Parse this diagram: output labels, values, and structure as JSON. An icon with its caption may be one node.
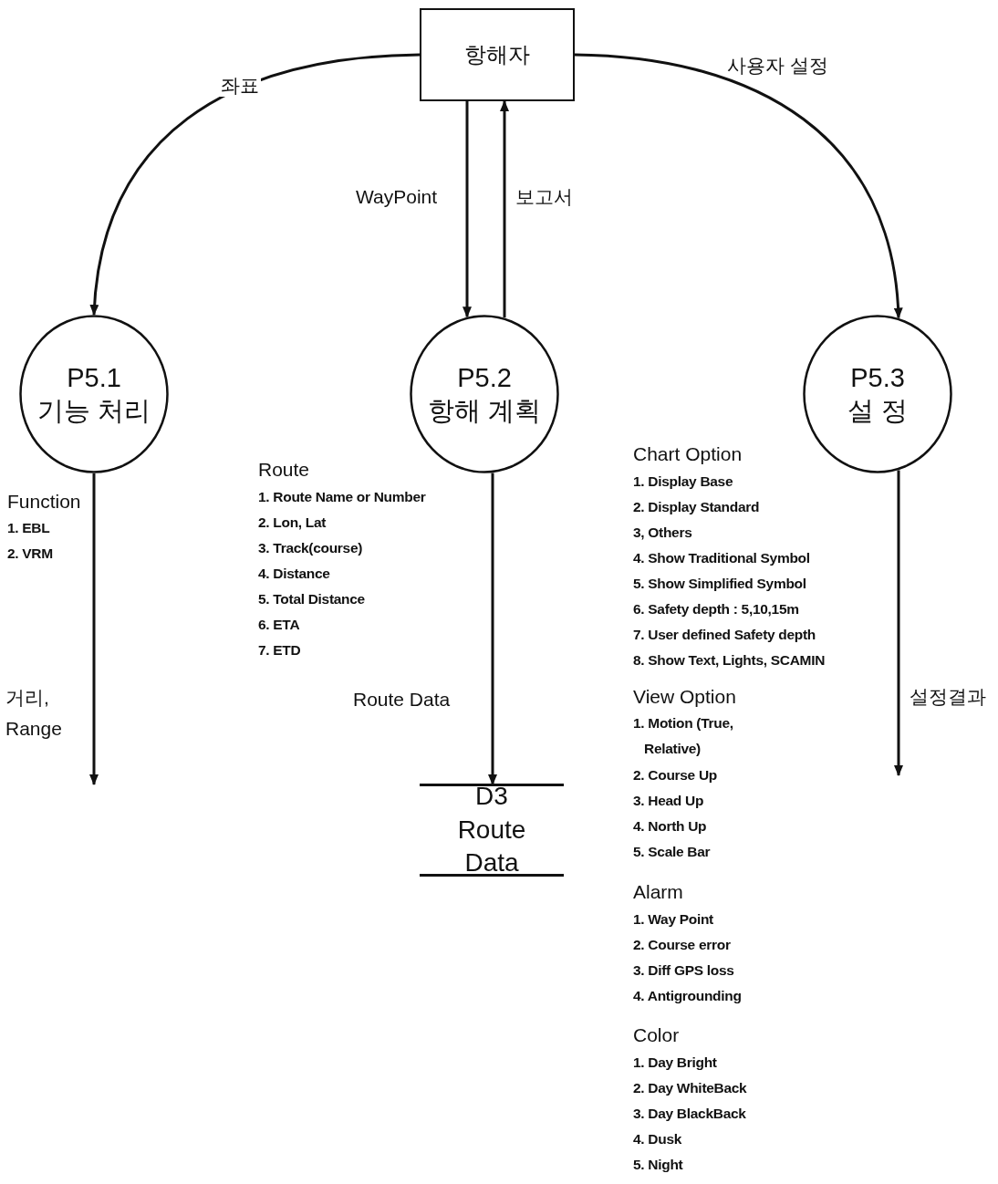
{
  "diagram": {
    "nodes": [
      {
        "text": [
          "항해자"
        ]
      },
      {
        "text": [
          "P5.1",
          "기능 처리"
        ]
      },
      {
        "text": [
          "P5.2",
          "항해 계획"
        ]
      },
      {
        "text": [
          "P5.3",
          "설 정"
        ]
      },
      {
        "text": [
          "D3 Route Data"
        ]
      }
    ],
    "edges": [
      {
        "from": 0,
        "to": 1,
        "arrow": "to",
        "label": "좌표"
      },
      {
        "from": 0,
        "to": 2,
        "arrow": "to",
        "label": "WayPoint"
      },
      {
        "from": 2,
        "to": 0,
        "arrow": "to",
        "label": "보고서"
      },
      {
        "from": 0,
        "to": 3,
        "arrow": "to",
        "label": "사용자 설정"
      },
      {
        "from": 1,
        "to": null,
        "arrow": "to",
        "label": "거리, Range"
      },
      {
        "from": 2,
        "to": 4,
        "arrow": "to",
        "label": "Route Data"
      },
      {
        "from": 3,
        "to": null,
        "arrow": "to",
        "label": "설정결과"
      }
    ],
    "labels": [
      "Function",
      "1. EBL",
      "2. VRM",
      "Route",
      "1. Route Name or Number",
      "2. Lon, Lat",
      "3. Track(course)",
      "4. Distance",
      "5. Total Distance",
      "6. ETA",
      "7. ETD",
      "Chart Option",
      "1. Display Base",
      "2. Display Standard",
      "3, Others",
      "4. Show Traditional Symbol",
      "5. Show Simplified Symbol",
      "6. Safety depth : 5,10,15m",
      "7. User defined Safety depth",
      "8. Show Text, Lights, SCAMIN",
      "View Option",
      "1. Motion (True, Relative)",
      "2. Course Up",
      "3. Head Up",
      "4. North Up",
      "5. Scale Bar",
      "Alarm",
      "1. Way Point",
      "2. Course error",
      "3. Diff GPS loss",
      "4. Antigrounding",
      "Color",
      "1. Day Bright",
      "2. Day WhiteBack",
      "3. Day BlackBack",
      "4. Dusk",
      "5. Night"
    ]
  }
}
